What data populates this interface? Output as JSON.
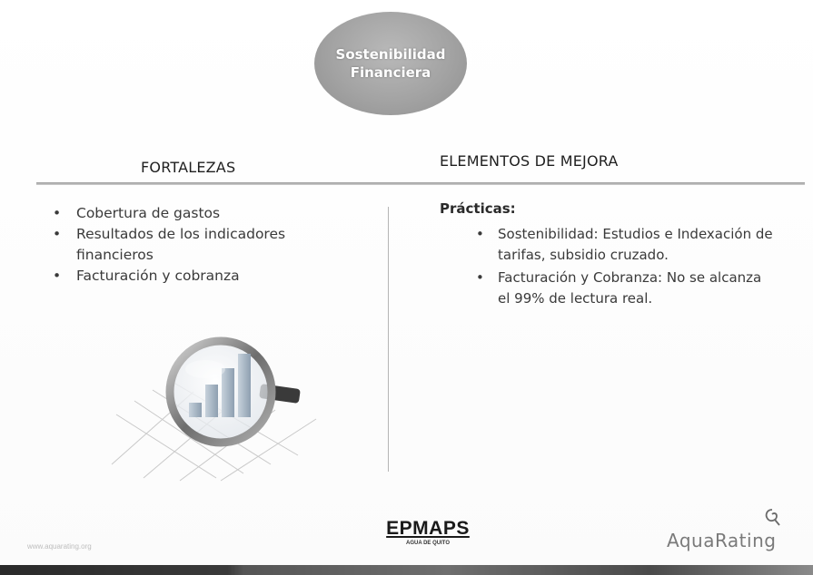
{
  "title": {
    "line1": "Sostenibilidad",
    "line2": "Financiera"
  },
  "left": {
    "heading": "FORTALEZAS",
    "bullet_char": "•",
    "items": [
      "Cobertura de gastos",
      "Resultados de los indicadores financieros",
      "Facturación y  cobranza"
    ]
  },
  "right": {
    "heading": "ELEMENTOS DE MEJORA",
    "subheading": "Prácticas:",
    "bullet_char": "•",
    "items": [
      "Sostenibilidad:  Estudios e Indexación de tarifas, subsidio cruzado.",
      "Facturación y Cobranza: No se alcanza el 99% de lectura real."
    ]
  },
  "footer": {
    "brand": "EPMAPS",
    "brand_sub": "AGUA DE QUITO",
    "partner": "AquaRating",
    "url": "www.aquarating.org"
  },
  "colors": {
    "ellipse": "#a3a3a3",
    "divider": "#9a9a9a",
    "bar_chart": "#8fa0b0"
  }
}
